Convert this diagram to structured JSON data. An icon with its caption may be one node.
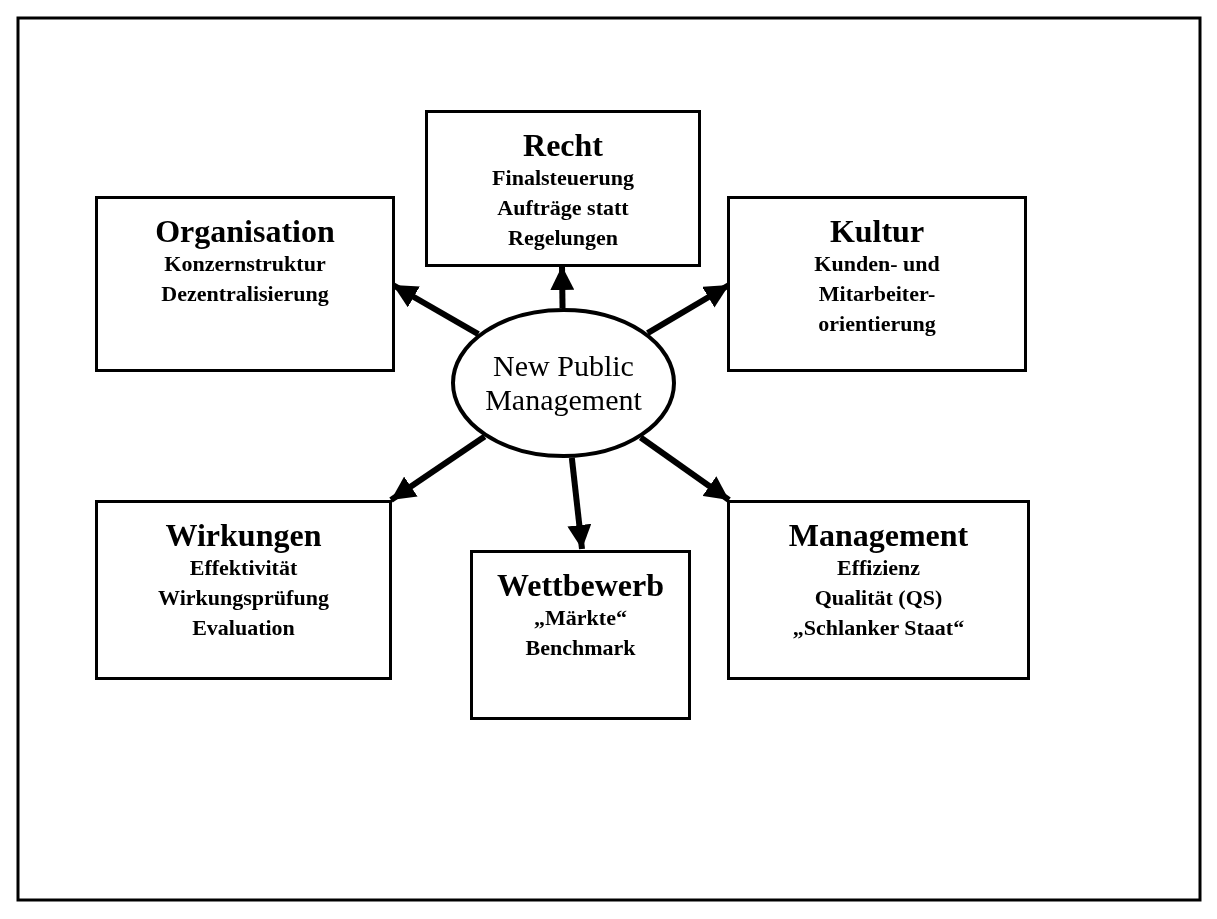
{
  "diagram": {
    "nodes": [
      {
        "text": [
          "Organisation",
          "Konzernstruktur",
          "Dezentralisierung"
        ]
      },
      {
        "text": [
          "Recht",
          "Finalsteuerung",
          "Aufträge statt Regelungen"
        ]
      },
      {
        "text": [
          "Kultur",
          "Kunden- und Mitarbeiter-orientierung"
        ]
      },
      {
        "text": [
          "New Public Management"
        ]
      },
      {
        "text": [
          "Wirkungen",
          "Effektivität",
          "Wirkungsprüfung",
          "Evaluation"
        ]
      },
      {
        "text": [
          "Wettbewerb",
          "„Märkte“",
          "Benchmark"
        ]
      },
      {
        "text": [
          "Management",
          "Effizienz",
          "Qualität (QS)",
          "„Schlanker Staat“"
        ]
      }
    ],
    "edges": [
      {
        "from": 3,
        "to": 0,
        "arrow": "to"
      },
      {
        "from": 3,
        "to": 1,
        "arrow": "to"
      },
      {
        "from": 3,
        "to": 2,
        "arrow": "to"
      },
      {
        "from": 3,
        "to": 4,
        "arrow": "to"
      },
      {
        "from": 3,
        "to": 5,
        "arrow": "to"
      },
      {
        "from": 3,
        "to": 6,
        "arrow": "to"
      }
    ]
  }
}
